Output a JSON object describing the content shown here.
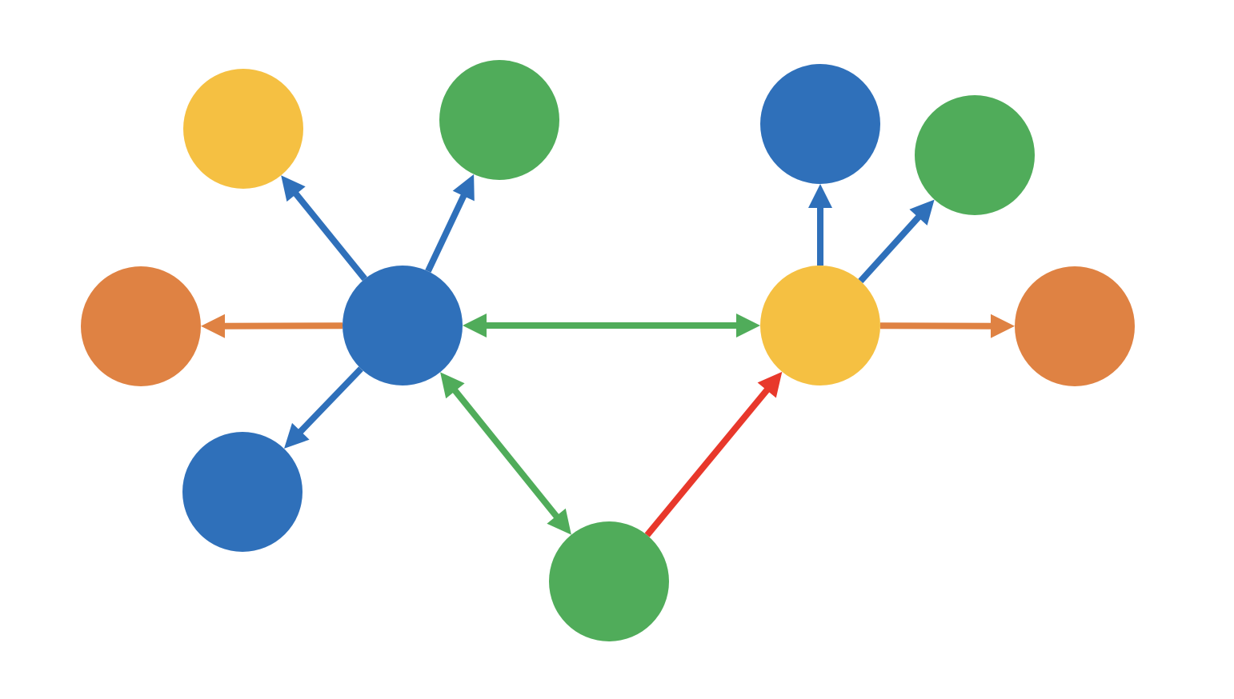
{
  "colors": {
    "blue": "#2F70BA",
    "green": "#50AC5A",
    "yellow": "#F5C042",
    "orange": "#DF8243",
    "red": "#E8382B",
    "background": "#FFFFFF"
  },
  "nodes": [
    {
      "id": "hub-left",
      "color": "blue"
    },
    {
      "id": "top-left",
      "color": "yellow"
    },
    {
      "id": "top-middle-left",
      "color": "green"
    },
    {
      "id": "far-left",
      "color": "orange"
    },
    {
      "id": "bottom-left",
      "color": "blue"
    },
    {
      "id": "bottom-middle",
      "color": "green"
    },
    {
      "id": "hub-right",
      "color": "yellow"
    },
    {
      "id": "top-middle-right",
      "color": "blue"
    },
    {
      "id": "top-right",
      "color": "green"
    },
    {
      "id": "far-right",
      "color": "orange"
    }
  ],
  "edges": [
    {
      "id": "hub-left-to-top-left",
      "from": "hub-left",
      "to": "top-left",
      "color": "blue",
      "direction": "forward"
    },
    {
      "id": "hub-left-to-top-middle-left",
      "from": "hub-left",
      "to": "top-middle-left",
      "color": "blue",
      "direction": "forward"
    },
    {
      "id": "hub-left-to-far-left",
      "from": "hub-left",
      "to": "far-left",
      "color": "orange",
      "direction": "forward"
    },
    {
      "id": "hub-left-to-bottom-left",
      "from": "hub-left",
      "to": "bottom-left",
      "color": "blue",
      "direction": "forward"
    },
    {
      "id": "hub-left-hub-right",
      "from": "hub-left",
      "to": "hub-right",
      "color": "green",
      "direction": "both"
    },
    {
      "id": "hub-left-bottom-middle",
      "from": "hub-left",
      "to": "bottom-middle",
      "color": "green",
      "direction": "both"
    },
    {
      "id": "bottom-middle-to-hub-right",
      "from": "bottom-middle",
      "to": "hub-right",
      "color": "red",
      "direction": "forward"
    },
    {
      "id": "hub-right-to-top-middle-right",
      "from": "hub-right",
      "to": "top-middle-right",
      "color": "blue",
      "direction": "forward"
    },
    {
      "id": "hub-right-to-top-right",
      "from": "hub-right",
      "to": "top-right",
      "color": "blue",
      "direction": "forward"
    },
    {
      "id": "hub-right-to-far-right",
      "from": "hub-right",
      "to": "far-right",
      "color": "orange",
      "direction": "forward"
    }
  ]
}
